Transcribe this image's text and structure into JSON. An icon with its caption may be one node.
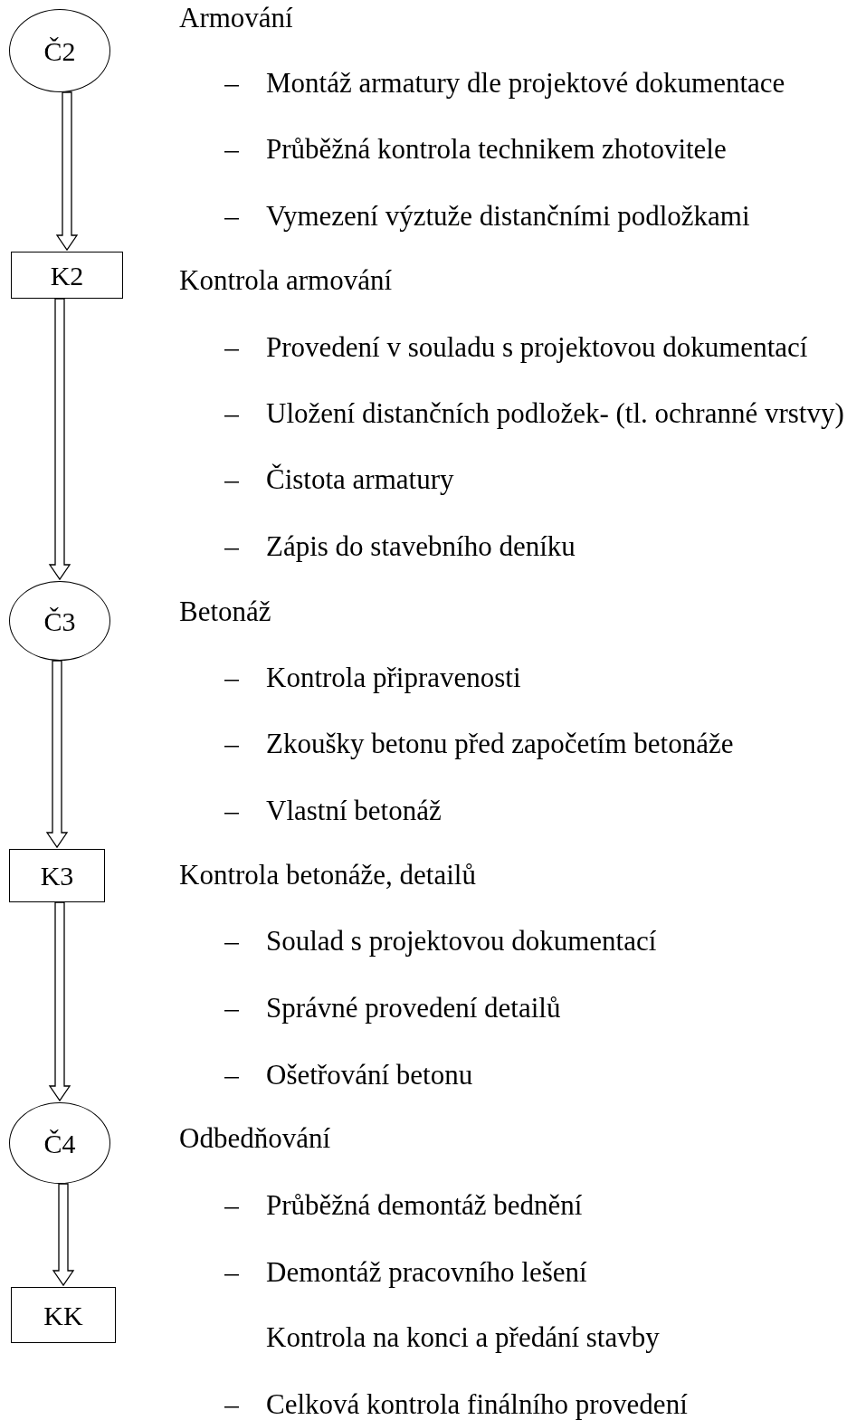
{
  "diagram": {
    "nodes": [
      {
        "text": [
          "Č2"
        ],
        "beside": [
          "Armování",
          "Montáž armatury dle projektové dokumentace",
          "Průběžná kontrola technikem zhotovitele",
          "Vymezení výztuže distančními podložkami"
        ]
      },
      {
        "text": [
          "K2"
        ],
        "beside": [
          "Kontrola armování",
          "Provedení v souladu s projektovou dokumentací",
          "Uložení distančních podložek- (tl. ochranné vrstvy)",
          "Čistota armatury",
          "Zápis do stavebního deníku"
        ]
      },
      {
        "text": [
          "Č3"
        ],
        "beside": [
          "Betonáž",
          "Kontrola připravenosti",
          "Zkoušky betonu před započetím betonáže",
          "Vlastní betonáž"
        ]
      },
      {
        "text": [
          "K3"
        ],
        "beside": [
          "Kontrola betonáže, detailů",
          "Soulad s projektovou dokumentací",
          "Správné provedení detailů",
          "Ošetřování betonu"
        ]
      },
      {
        "text": [
          "Č4"
        ],
        "beside": [
          "Odbedňování",
          "Průběžná demontáž bednění",
          "Demontáž pracovního lešení"
        ]
      },
      {
        "text": [
          "KK"
        ],
        "beside": [
          "Kontrola na konci a předání stavby",
          "Celková kontrola finálního provedení"
        ]
      }
    ],
    "edges": [
      {
        "from": 0,
        "to": 1,
        "arrow": "to"
      },
      {
        "from": 1,
        "to": 2,
        "arrow": "to"
      },
      {
        "from": 2,
        "to": 3,
        "arrow": "to"
      },
      {
        "from": 3,
        "to": 4,
        "arrow": "to"
      },
      {
        "from": 4,
        "to": 5,
        "arrow": "to"
      }
    ]
  }
}
